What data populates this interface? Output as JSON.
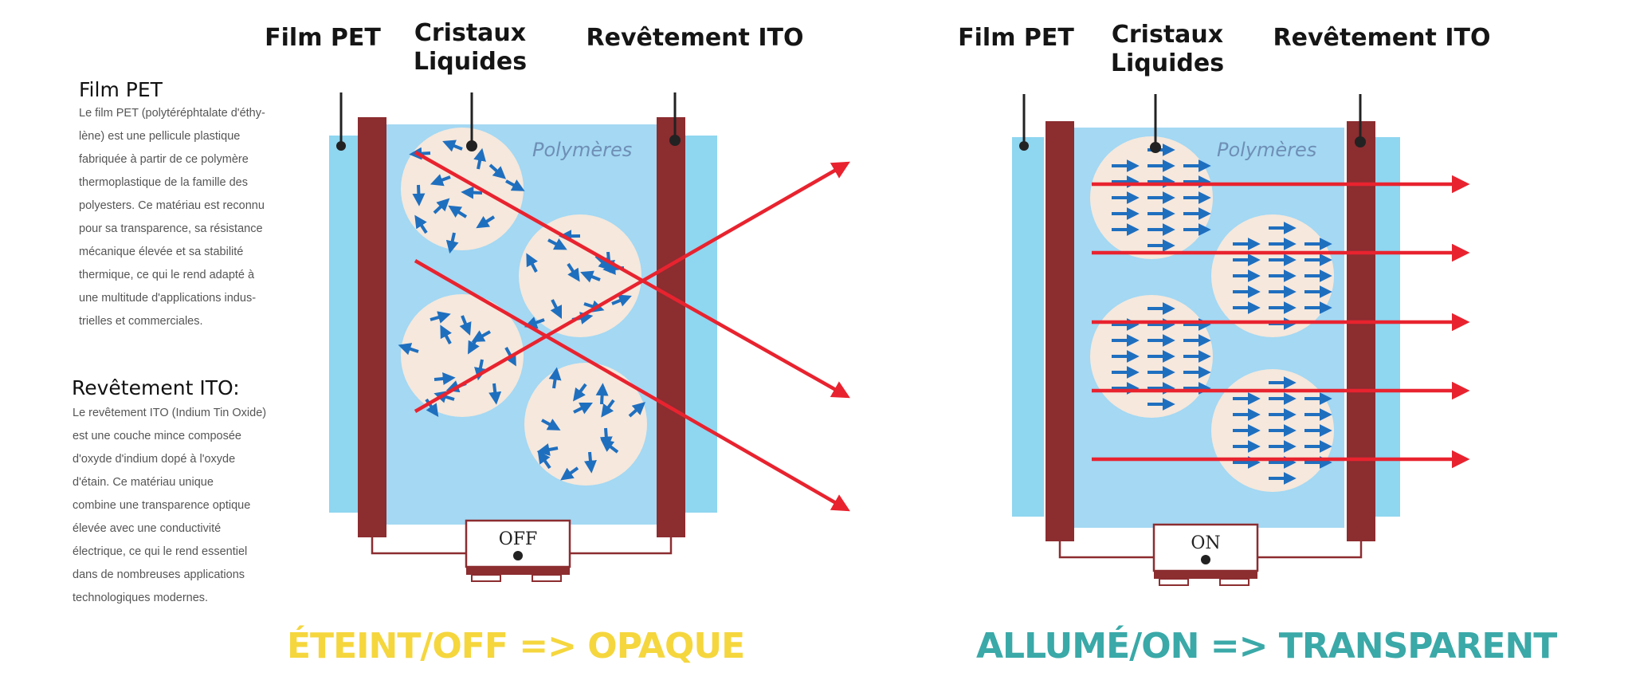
{
  "labels": {
    "film_pet": "Film PET",
    "cristaux": "Cristaux\nLiquides",
    "revetement": "Revêtement ITO",
    "polymeres": "Polymères"
  },
  "left_text": {
    "pet_title": "Film PET",
    "pet_lines": [
      "Le film PET (polytéréphtalate d'éthy-",
      "lène) est une pellicule plastique",
      "fabriquée à partir de ce polymère",
      "thermoplastique de la famille des",
      "polyesters. Ce matériau est reconnu",
      "pour sa transparence, sa résistance",
      "mécanique élevée et sa stabilité",
      "thermique, ce qui le rend adapté à",
      "une multitude d'applications indus-",
      "trielles et commerciales."
    ],
    "ito_title": "Revêtement ITO:",
    "ito_lines": [
      "Le revêtement ITO (Indium Tin Oxide)",
      "est une couche mince composée",
      "d'oxyde d'indium dopé à l'oxyde",
      "d'étain. Ce matériau unique",
      "combine une transparence optique",
      "élevée avec une conductivité",
      "électrique, ce qui le rend essentiel",
      "dans de nombreuses applications",
      "technologiques modernes."
    ]
  },
  "switch_off": "OFF",
  "switch_on": "ON",
  "caption_off": "ÉTEINT/OFF => OPAQUE",
  "caption_on": "ALLUMÉ/ON => TRANSPARENT",
  "colors": {
    "caption_off": "#f5d63d",
    "caption_on": "#3aa9a8",
    "electrode": "#8c2d30",
    "glass": "#8fd6f0",
    "polymer": "#a4d8f3",
    "droplet": "#f6e8dc",
    "crystal_arrow": "#1f6fbf",
    "light_ray": "#e8232f"
  }
}
